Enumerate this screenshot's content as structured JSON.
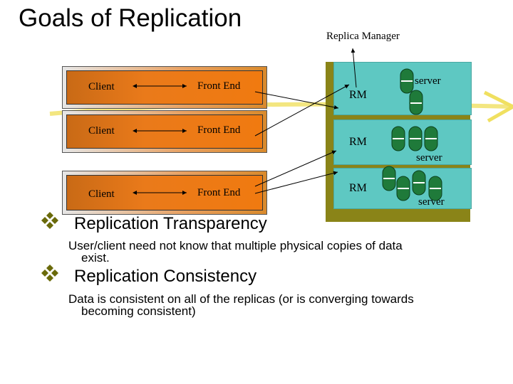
{
  "title": "Goals of Replication",
  "replica_manager_label": "Replica Manager",
  "rows": [
    {
      "client": "Client",
      "front_end": "Front End"
    },
    {
      "client": "Client",
      "front_end": "Front End"
    },
    {
      "client": "Client",
      "front_end": "Front End"
    }
  ],
  "rm_label": "RM",
  "server_label": "server",
  "bullets": [
    {
      "heading": "Replication Transparency",
      "line1": "User/client need not know that multiple physical copies of data",
      "line2": "exist."
    },
    {
      "heading": "Replication Consistency",
      "line1": "Data is consistent on all of the replicas (or is converging towards",
      "line2": "becoming consistent)"
    }
  ],
  "colors": {
    "panel": "#8a8418",
    "rm": "#5ec8c2",
    "server": "#1f7a3a",
    "client_box": "#f07a10",
    "accent": "#f0e060"
  }
}
